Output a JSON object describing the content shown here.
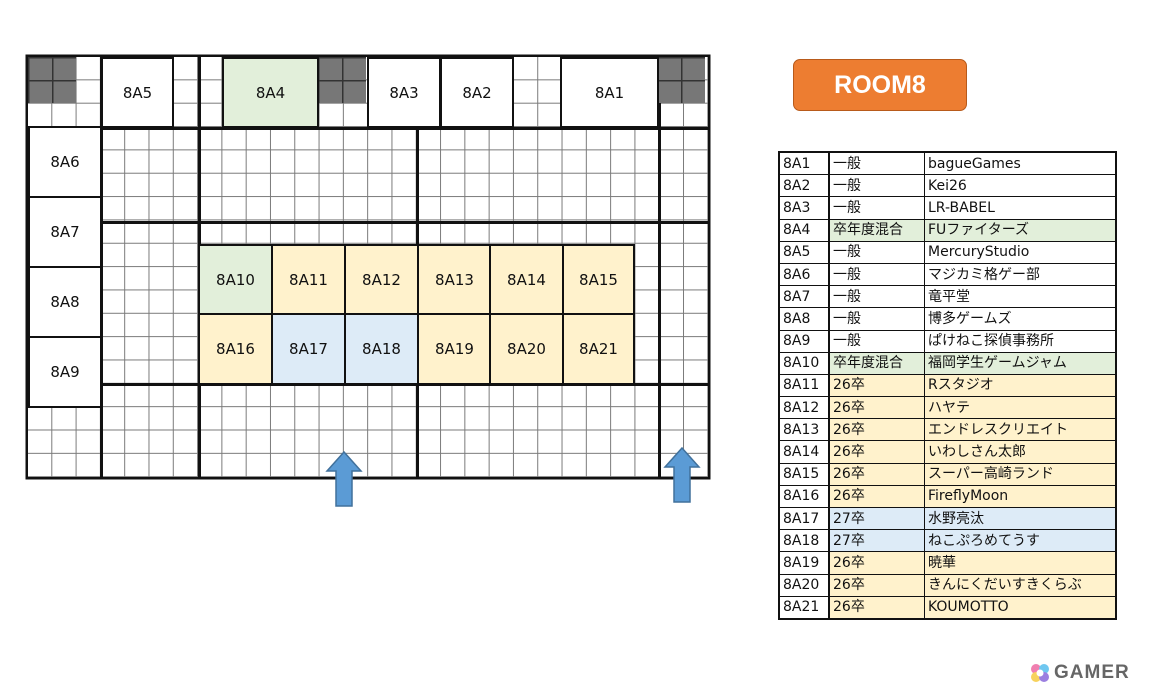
{
  "room_title": "ROOM8",
  "colors": {
    "general": "#ffffff",
    "mixed": "#e2efda",
    "y26": "#fff2cc",
    "y27": "#ddebf7",
    "title_bg": "#ed7d31",
    "arrow": "#5b9bd5"
  },
  "booths": {
    "8A1": "8A1",
    "8A2": "8A2",
    "8A3": "8A3",
    "8A4": "8A4",
    "8A5": "8A5",
    "8A6": "8A6",
    "8A7": "8A7",
    "8A8": "8A8",
    "8A9": "8A9",
    "8A10": "8A10",
    "8A11": "8A11",
    "8A12": "8A12",
    "8A13": "8A13",
    "8A14": "8A14",
    "8A15": "8A15",
    "8A16": "8A16",
    "8A17": "8A17",
    "8A18": "8A18",
    "8A19": "8A19",
    "8A20": "8A20",
    "8A21": "8A21"
  },
  "roster": [
    {
      "id": "8A1",
      "cat": "一般",
      "name": "bagueGames",
      "color": "#ffffff"
    },
    {
      "id": "8A2",
      "cat": "一般",
      "name": "Kei26",
      "color": "#ffffff"
    },
    {
      "id": "8A3",
      "cat": "一般",
      "name": "LR-BABEL",
      "color": "#ffffff"
    },
    {
      "id": "8A4",
      "cat": "卒年度混合",
      "name": "FUファイターズ",
      "color": "#e2efda"
    },
    {
      "id": "8A5",
      "cat": "一般",
      "name": "MercuryStudio",
      "color": "#ffffff"
    },
    {
      "id": "8A6",
      "cat": "一般",
      "name": "マジカミ格ゲー部",
      "color": "#ffffff"
    },
    {
      "id": "8A7",
      "cat": "一般",
      "name": "竜平堂",
      "color": "#ffffff"
    },
    {
      "id": "8A8",
      "cat": "一般",
      "name": "博多ゲームズ",
      "color": "#ffffff"
    },
    {
      "id": "8A9",
      "cat": "一般",
      "name": "ぱけねこ探偵事務所",
      "color": "#ffffff"
    },
    {
      "id": "8A10",
      "cat": "卒年度混合",
      "name": "福岡学生ゲームジャム",
      "color": "#e2efda"
    },
    {
      "id": "8A11",
      "cat": "26卒",
      "name": "Rスタジオ",
      "color": "#fff2cc"
    },
    {
      "id": "8A12",
      "cat": "26卒",
      "name": "ハヤテ",
      "color": "#fff2cc"
    },
    {
      "id": "8A13",
      "cat": "26卒",
      "name": "エンドレスクリエイト",
      "color": "#fff2cc"
    },
    {
      "id": "8A14",
      "cat": "26卒",
      "name": "いわしさん太郎",
      "color": "#fff2cc"
    },
    {
      "id": "8A15",
      "cat": "26卒",
      "name": "スーパー高崎ランド",
      "color": "#fff2cc"
    },
    {
      "id": "8A16",
      "cat": "26卒",
      "name": "FireflyMoon",
      "color": "#fff2cc"
    },
    {
      "id": "8A17",
      "cat": "27卒",
      "name": "水野亮汰",
      "color": "#ddebf7"
    },
    {
      "id": "8A18",
      "cat": "27卒",
      "name": "ねこぷろめてうす",
      "color": "#ddebf7"
    },
    {
      "id": "8A19",
      "cat": "26卒",
      "name": "暁華",
      "color": "#fff2cc"
    },
    {
      "id": "8A20",
      "cat": "26卒",
      "name": "きんにくだいすきくらぶ",
      "color": "#fff2cc"
    },
    {
      "id": "8A21",
      "cat": "26卒",
      "name": "KOUMOTTO",
      "color": "#fff2cc"
    }
  ],
  "logo": {
    "text": "GAMER"
  }
}
